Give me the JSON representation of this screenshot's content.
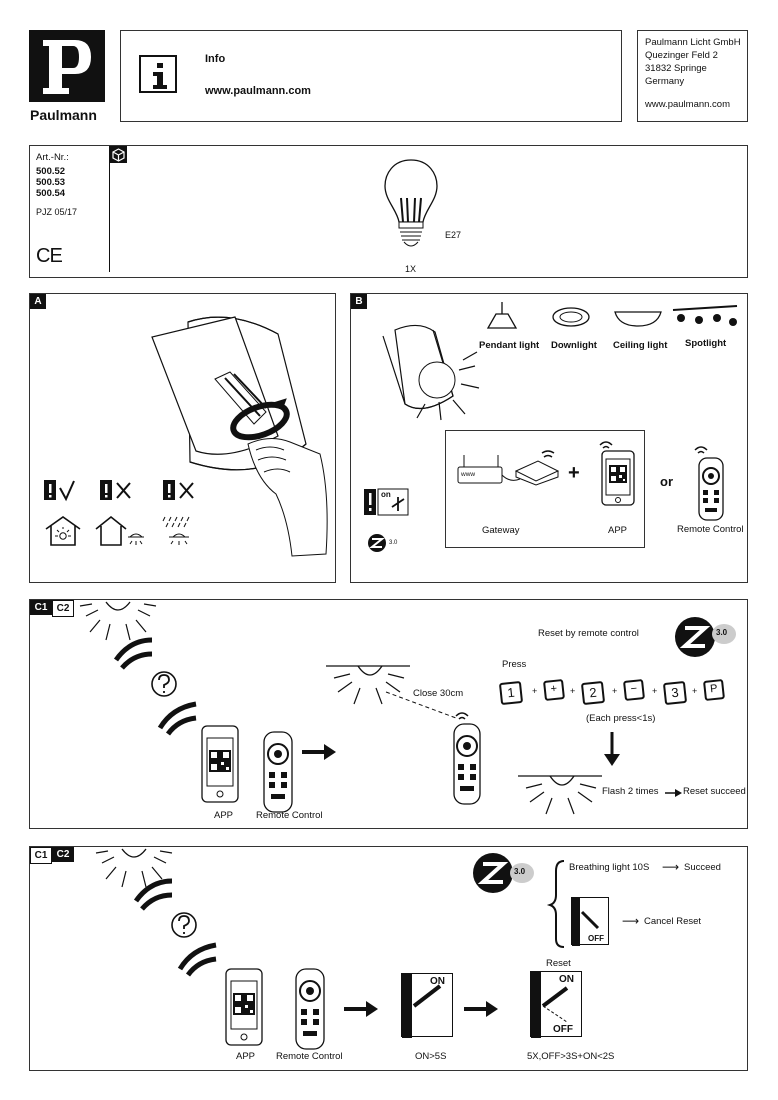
{
  "header": {
    "brand": "Paulmann",
    "info_title": "Info",
    "info_url": "www.paulmann.com",
    "address": [
      "Paulmann Licht GmbH",
      "Quezinger Feld 2",
      "31832 Springe",
      "Germany"
    ],
    "address_url": "www.paulmann.com"
  },
  "product": {
    "art_label": "Art.-Nr.:",
    "art_numbers": [
      "500.52",
      "500.53",
      "500.54"
    ],
    "code": "PJZ 05/17",
    "ce_mark": "CE",
    "socket": "E27",
    "quantity": "1X"
  },
  "section_a": {
    "badge": "A"
  },
  "section_b": {
    "badge": "B",
    "fixtures": [
      "Pendant light",
      "Downlight",
      "Ceiling light",
      "Spotlight"
    ],
    "switch_on": "on",
    "zigbee_version": "3.0",
    "gateway_label": "Gateway",
    "www_label": "www",
    "app_label": "APP",
    "or_label": "or",
    "remote_label": "Remote Control"
  },
  "section_c1": {
    "badge_1": "C1",
    "badge_2": "C2",
    "reset_title": "Reset by remote control",
    "zigbee_version": "3.0",
    "press_label": "Press",
    "keys": [
      "1",
      "+",
      "2",
      "−",
      "3",
      "P"
    ],
    "each_press": "(Each press<1s)",
    "close_label": "Close 30cm",
    "flash_label": "Flash 2 times",
    "reset_succeed": "Reset succeed",
    "app_label": "APP",
    "remote_label": "Remote Control"
  },
  "section_c2": {
    "badge_1": "C1",
    "badge_2": "C2",
    "zigbee_version": "3.0",
    "breathing_label": "Breathing light 10S",
    "succeed_label": "Succeed",
    "cancel_label": "Cancel Reset",
    "off_label": "OFF",
    "on_label": "ON",
    "app_label": "APP",
    "remote_label": "Remote Control",
    "on_time": "ON>5S",
    "reset_label": "Reset",
    "reset_sequence": "5X,OFF>3S+ON<2S"
  }
}
